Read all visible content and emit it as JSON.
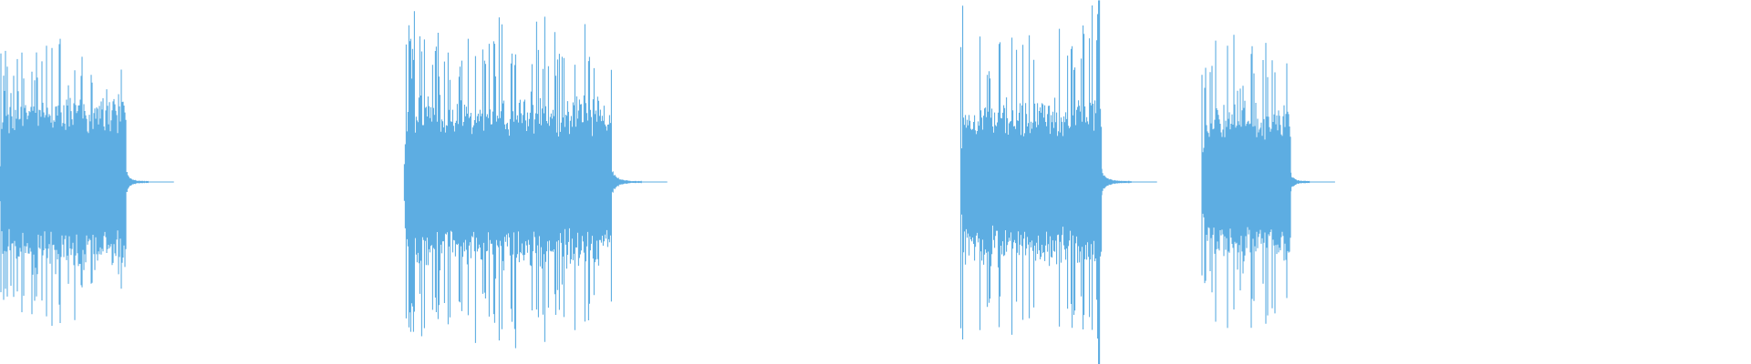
{
  "waveform": {
    "color": "#5dade2",
    "background": "#ffffff",
    "amplitude_scale": "linear",
    "segments": [
      {
        "start_sec": 0.0,
        "end_sec": 1.7,
        "peak": 0.72,
        "body": 0.46,
        "tail_sec": 0.3,
        "tail_level": 0.07,
        "seed": 11
      },
      {
        "start_sec": 5.45,
        "end_sec": 8.25,
        "peak": 0.85,
        "body": 0.45,
        "tail_sec": 0.4,
        "tail_level": 0.07,
        "seed": 23
      },
      {
        "start_sec": 12.95,
        "end_sec": 14.85,
        "peak": 0.97,
        "body": 0.43,
        "tail_sec": 0.4,
        "tail_level": 0.07,
        "seed": 37
      },
      {
        "start_sec": 16.2,
        "end_sec": 17.4,
        "peak": 0.78,
        "body": 0.41,
        "tail_sec": 0.25,
        "tail_level": 0.05,
        "seed": 53
      }
    ],
    "duration_sec": 23.6
  }
}
